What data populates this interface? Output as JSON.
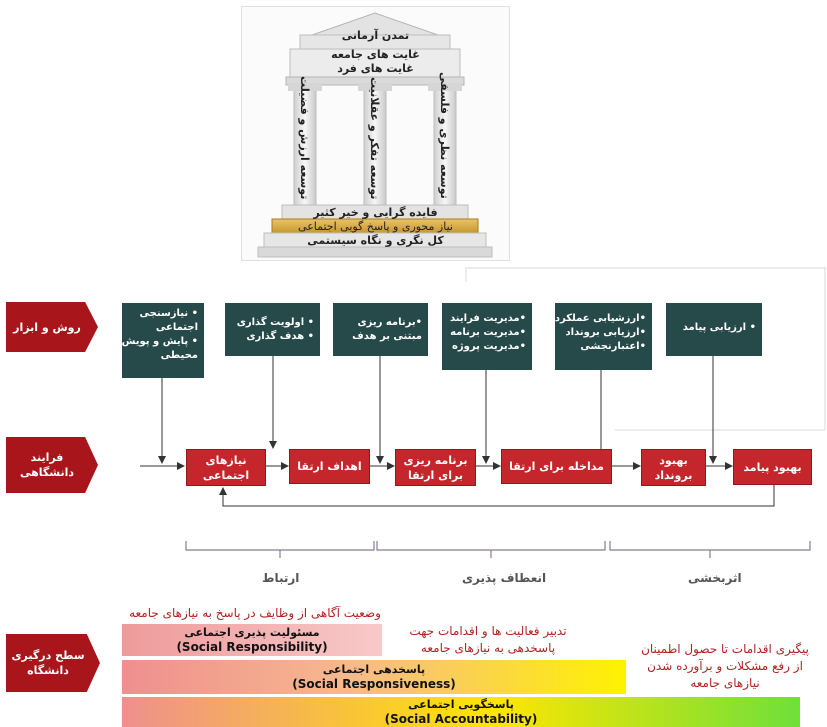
{
  "temple": {
    "top": "تمدن آرمانی",
    "goal_society": "غایت های جامعه",
    "goal_person": "غایت های فرد",
    "pillar_1": "توسعه ارزش و فضیلت",
    "pillar_2": "توسعه تفکر و عقلانیت",
    "pillar_3": "توسعه نظری و فلسفی",
    "base_1": "فایده گرایی و خیر کثیر",
    "base_2": "نیاز محوری و پاسخ گویی اجتماعی",
    "base_3": "کل نگری و نگاه سیستمی"
  },
  "row_labels": {
    "tools": "روش و ابزار",
    "process_line1": "فرایند",
    "process_line2": "دانشگاهی",
    "engagement_line1": "سطح درگیری",
    "engagement_line2": "دانشگاه"
  },
  "tools": [
    {
      "lines": [
        "• نیازسنجی",
        "اجتماعی",
        "• پایش و پویش",
        "محیطی"
      ]
    },
    {
      "lines": [
        "• اولویت گذاری",
        "• هدف گذاری"
      ]
    },
    {
      "lines": [
        "•برنامه ریزی",
        "مبتنی بر هدف"
      ]
    },
    {
      "lines": [
        "•مدیریت فرایند",
        "•مدیریت برنامه",
        "•مدیریت پروژه"
      ]
    },
    {
      "lines": [
        "•ارزشیابی عملکرد",
        "•ارزیابی برونداد",
        "•اعتبارنجشی"
      ]
    },
    {
      "lines": [
        "• ارزیابی پیامد"
      ]
    }
  ],
  "process": {
    "p1_l1": "نیازهای",
    "p1_l2": "اجتماعی",
    "p2": "اهداف ارتقا",
    "p3_l1": "برنامه ریزی",
    "p3_l2": "برای ارتقا",
    "p4": "مداخله برای ارتقا",
    "p5_l1": "بهبود",
    "p5_l2": "برونداد",
    "p6": "بهبود پیامد"
  },
  "phases": {
    "link": "ارتباط",
    "flex": "انعطاف پذیری",
    "impact": "اثربخشی"
  },
  "engagement": {
    "note_top": "وضعیت آگاهی از وظایف در پاسخ به نیازهای جامعه",
    "note_mid_l1": "تدبیر فعالیت ها و اقدامات جهت",
    "note_mid_l2": "پاسخدهی به نیازهای جامعه",
    "note_right_l1": "پیگیری اقدامات تا حصول اطمینان",
    "note_right_l2": "از رفع مشکلات و برآورده شدن",
    "note_right_l3": "نیازهای جامعه",
    "bar1_fa": "مسئولیت پذیری اجتماعی",
    "bar1_en": "(Social Responsibility)",
    "bar2_fa": "پاسخدهی اجتماعی",
    "bar2_en": "(Social Responsiveness)",
    "bar3_fa": "پاسخگویی اجتماعی",
    "bar3_en": "(Social Accountability)"
  },
  "colors": {
    "dark_teal": "#264a4a",
    "process_red": "#c4262b",
    "label_red": "#a8161c",
    "note_red": "#b22222"
  }
}
